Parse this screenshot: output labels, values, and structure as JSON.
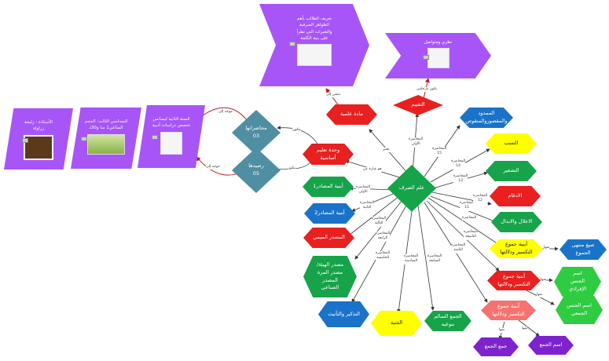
{
  "colors": {
    "purple": "#a855f7",
    "green": "#16a34a",
    "bright_green": "#2ecc40",
    "red": "#e82020",
    "pink": "#f87171",
    "blue": "#1a73c8",
    "yellow": "#ffff00",
    "teal": "#4f8ea3",
    "violet": "#7e22ce"
  },
  "header_cards": {
    "teacher": "الأستاذة : زليخة زراولة",
    "semester": "السداسي الثالث: الحجم الساعي1 سا و30د",
    "year": "السنة الثانية ليسانس تخصص دراسات أدبية",
    "goal": "تعريف الطالب بأهم الظواهر الصرفية والتغيرات التي تطرأ على بنية الكلمة",
    "evaluation_type": "نظري ومتواصل"
  },
  "diamonds": {
    "center": "علم الصرف",
    "lectures_count_label": "محاضراتها",
    "lectures_count": "03",
    "credits_label": "رصيدها",
    "credits": "05"
  },
  "nodes": {
    "scientific_subject": "مادة علمية",
    "evaluation": "التقييم",
    "basic_unit": "وحدة تعليم أساسية",
    "masdar1": "أبنية المصادر1",
    "masdar2": "أبنية المصادر2",
    "masdar_mimi": "المصدر الميمي",
    "masdar_hay2a": "مصدر الهيئة/ مصدر المرة المصدر الصناعي",
    "tadhkir": "التذكير والتأنيث",
    "tathniya": "التثنية",
    "jam_salim": "الجمع السالم بنوعيه",
    "jam_taksir3": "أبنية جموع التكسير ودلالتها",
    "jam_taksir2": "أبنية جموع التكسير ودلالتها",
    "jam_taksir1": "أبنية جموع التكسير ودلالتها",
    "i3lal": "الاعلال والابدال",
    "idgham": "الادغام",
    "tasghir": "التصغير",
    "nasab": "النسب",
    "mamdud": "الممدود والمقصوروالمنقوص",
    "sighat_muntaha": "صيغ منتهى الجموع",
    "ism_jins_ifradi": "اسم الجنس الإفرادي",
    "ism_jins_jam3i": "اسم الجنس الجمعي",
    "jam3_jam3": "جمع الجمع",
    "ism_jam3": "اسم الجمع"
  },
  "edge_labels": {
    "leads_to": "موجه إلى",
    "consists_of": "يتكون",
    "is_a": "هو عبارة عن",
    "belongs_to": "تنتمي إلى",
    "is": "يعتبر",
    "two_stages": "يكون مرحلتين",
    "including": "منها",
    "lecture": "المحاضرة",
    "l1": "الأولى",
    "l2": "الثانية",
    "l3": "الثالثة",
    "l4": "الرابعة",
    "l5": "الخامسة",
    "l6": "السادسة",
    "l7": "السابعة",
    "l8": "الثامنة",
    "l9": "التاسعة",
    "l10": "العاشرة",
    "l11": "11",
    "l12": "12",
    "l13": "13",
    "l14": "14",
    "l15": "15"
  }
}
